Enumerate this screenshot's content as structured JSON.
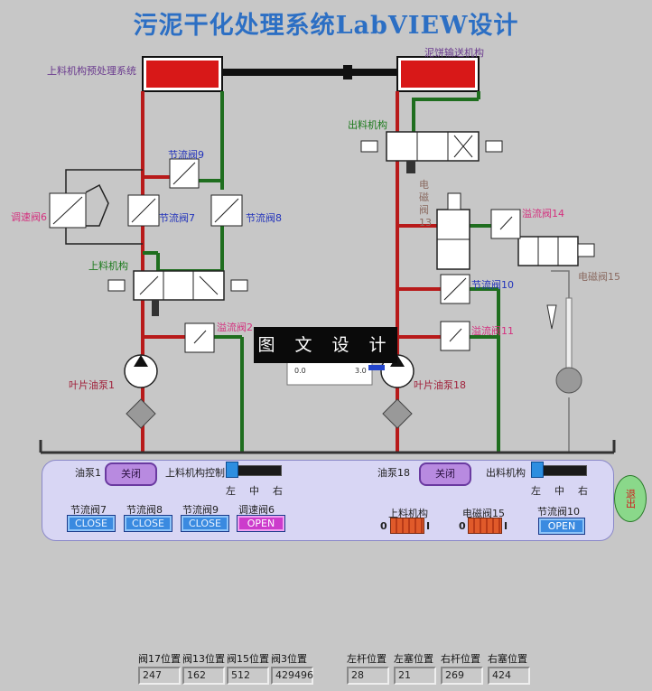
{
  "title": "污泥干化处理系统LabVIEW设计",
  "labels": {
    "preprocess": "上料机构预处理系统",
    "cake_convey": "泥饼输送机构",
    "outfeed": "出料机构",
    "throttle9": "节流阀9",
    "throttle7": "节流阀7",
    "throttle8": "节流阀8",
    "speed6": "调速阀6",
    "feed_mech": "上料机构",
    "relief2": "溢流阀2",
    "vane_pump1": "叶片油泵1",
    "sol13": "电磁阀13",
    "relief14": "溢流阀14",
    "sol15": "电磁阀15",
    "throttle10": "节流阀10",
    "relief11": "溢流阀11",
    "vane_pump18": "叶片油泵18"
  },
  "banner": "图 文 设 计",
  "gauge": {
    "min": "0.0",
    "max": "3.0"
  },
  "panel": {
    "pump1_label": "油泵1",
    "pump1_btn": "关闭",
    "feed_ctrl_label": "上料机构控制",
    "pump18_label": "油泵18",
    "pump18_btn": "关闭",
    "outfeed_label": "出料机构",
    "pos_left": "左",
    "pos_mid": "中",
    "pos_right": "右",
    "valve7_label": "节流阀7",
    "valve7_btn": "CLOSE",
    "valve8_label": "节流阀8",
    "valve8_btn": "CLOSE",
    "valve9_label": "节流阀9",
    "valve9_btn": "CLOSE",
    "speed6_label": "调速阀6",
    "speed6_btn": "OPEN",
    "feed_toggle_label": "上料机构",
    "sol15_label": "电磁阀15",
    "valve10_label": "节流阀10",
    "valve10_btn": "OPEN",
    "toggle_off": "0",
    "toggle_on": "I",
    "exit": "退出"
  },
  "readouts": [
    {
      "label": "阀17位置",
      "value": "247"
    },
    {
      "label": "阀13位置",
      "value": "162"
    },
    {
      "label": "阀15位置",
      "value": "512"
    },
    {
      "label": "阀3位置",
      "value": "429496"
    },
    {
      "label": "左杆位置",
      "value": "28"
    },
    {
      "label": "左塞位置",
      "value": "21"
    },
    {
      "label": "右杆位置",
      "value": "269"
    },
    {
      "label": "右塞位置",
      "value": "424"
    }
  ],
  "colors": {
    "pressure_line": "#b81a1a",
    "return_line": "#1f6e1f",
    "cylinder": "#d81818",
    "title": "#2c6fc4"
  }
}
